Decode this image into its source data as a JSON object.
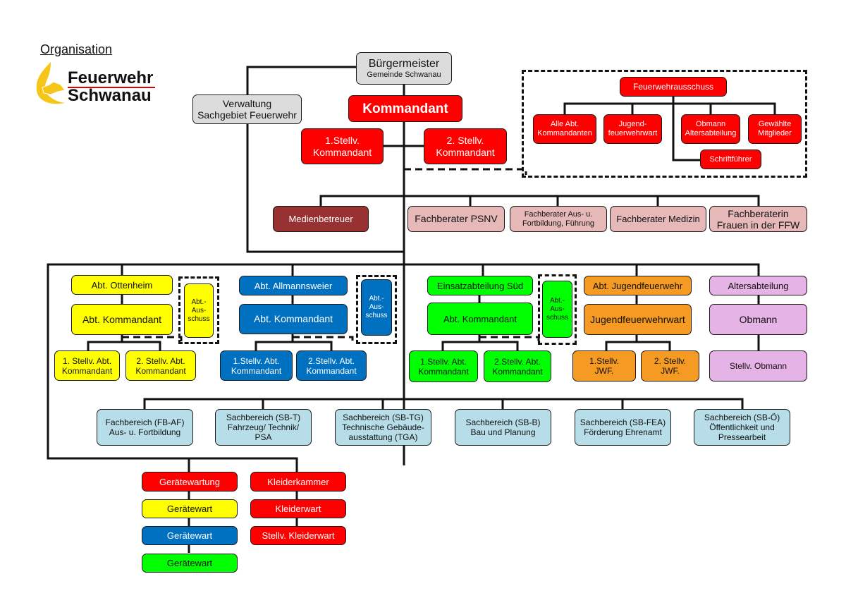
{
  "page_title": "Organisation",
  "logo": {
    "line1": "Feuerwehr",
    "line2": "Schwanau",
    "icon": "flame-lion-icon",
    "accent": "#f5c518"
  },
  "top": {
    "mayor": {
      "title": "Bürgermeister",
      "subtitle": "Gemeinde Schwanau"
    },
    "administration": "Verwaltung\nSachgebiet Feuerwehr",
    "commander": "Kommandant",
    "deputy1": "1.Stellv.\nKommandant",
    "deputy2": "2. Stellv.\nKommandant"
  },
  "committee": {
    "title": "Feuerwehrausschuss",
    "members": [
      "Alle Abt.\nKommandanten",
      "Jugend-\nfeuerwehrwart",
      "Obmann\nAltersabteilung",
      "Gewählte\nMitglieder"
    ],
    "secretary": "Schriftführer"
  },
  "advisors": {
    "media": "Medienbetreuer",
    "items": [
      "Fachberater PSNV",
      "Fachberater Aus- u.\nFortbildung, Führung",
      "Fachberater Medizin",
      "Fachberaterin\nFrauen in der FFW"
    ]
  },
  "departments": [
    {
      "name": "Abt. Ottenheim",
      "head": "Abt. Kommandant",
      "deputies": [
        "1. Stellv. Abt.\nKommandant",
        "2. Stellv. Abt.\nKommandant"
      ],
      "committee": "Abt.-\nAus-\nschuss",
      "color": "#ffff00"
    },
    {
      "name": "Abt. Allmannsweier",
      "head": "Abt. Kommandant",
      "deputies": [
        "1.Stellv. Abt.\nKommandant",
        "2.Stellv. Abt.\nKommandant"
      ],
      "committee": "Abt.-\nAus-\nschuss",
      "color": "#0070c0"
    },
    {
      "name": "Einsatzabteilung Süd",
      "head": "Abt. Kommandant",
      "deputies": [
        "1.Stellv. Abt.\nKommandant",
        "2.Stellv. Abt.\nKommandant"
      ],
      "committee": "Abt.-\nAus-\nschuss",
      "color": "#00ff00"
    },
    {
      "name": "Abt. Jugendfeuerwehr",
      "head": "Jugendfeuerwehrwart",
      "deputies": [
        "1.Stellv.\nJWF.",
        "2. Stellv.\nJWF."
      ],
      "color": "#f59a23"
    },
    {
      "name": "Altersabteilung",
      "head": "Obmann",
      "deputies": [
        "Stellv. Obmann"
      ],
      "color": "#e6b3e6"
    }
  ],
  "sections": [
    "Fachbereich (FB-AF)\nAus- u. Fortbildung",
    "Sachbereich (SB-T)\nFahrzeug/ Technik/\nPSA",
    "Sachbereich (SB-TG)\nTechnische Gebäude-\nausstattung (TGA)",
    "Sachbereich (SB-B)\nBau und Planung",
    "Sachbereich (SB-FEA)\nFörderung Ehrenamt",
    "Sachbereich (SB-Ö)\nÖffentlichkeit und\nPressearbeit"
  ],
  "equipment": {
    "title": "Gerätewartung",
    "items": [
      "Gerätewart",
      "Gerätewart",
      "Gerätewart"
    ]
  },
  "clothing": {
    "title": "Kleiderkammer",
    "items": [
      "Kleiderwart",
      "Stellv. Kleiderwart"
    ]
  }
}
